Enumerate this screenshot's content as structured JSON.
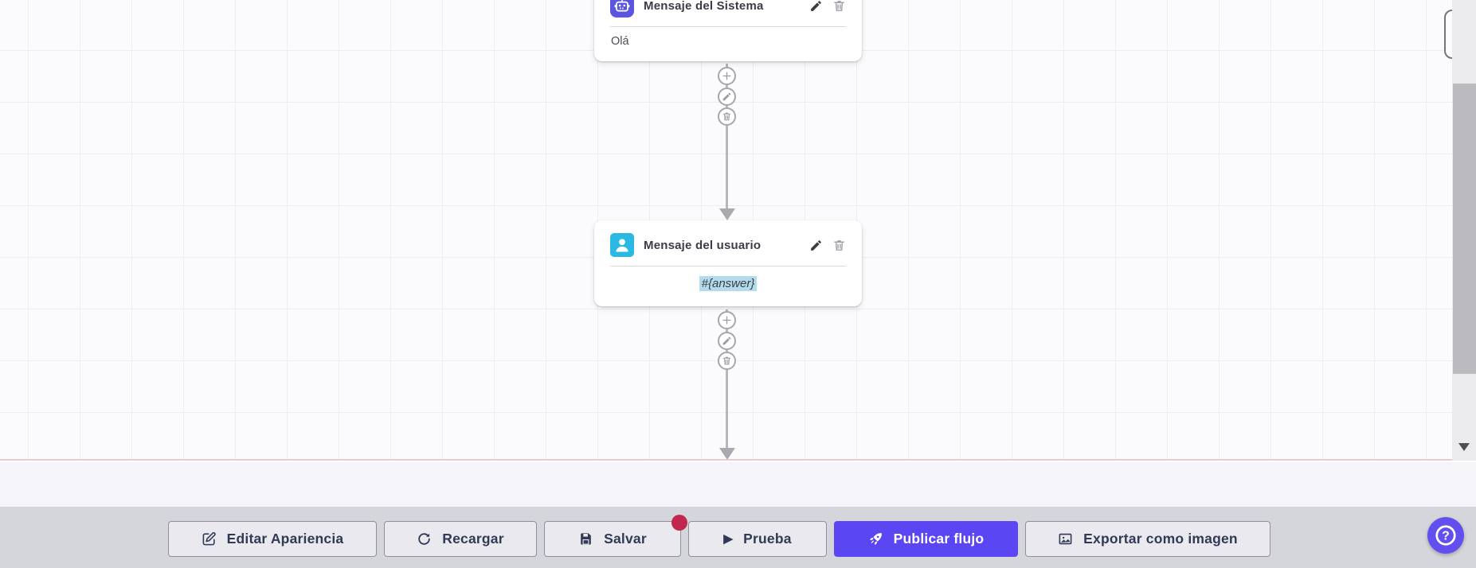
{
  "canvas": {
    "grid_color": "#ededf2",
    "bottom_edge_color": "#eecbcb",
    "nodes": [
      {
        "id": "system-message",
        "title": "Mensaje del Sistema",
        "body": "Olá",
        "icon": "robot-icon",
        "accent_color": "#5b55e0"
      },
      {
        "id": "user-message",
        "title": "Mensaje del usuario",
        "body": "#{answer}",
        "icon": "user-icon",
        "accent_color": "#2ab9e3",
        "body_highlight_color": "#b4dbeb"
      }
    ],
    "node_actions": [
      "edit",
      "delete"
    ],
    "connector_actions": [
      "add-step",
      "edit-connector",
      "delete-connector"
    ]
  },
  "toolbar": {
    "buttons": [
      {
        "id": "edit-appearance",
        "label": "Editar Apariencia",
        "icon": "edit-square-icon",
        "variant": "secondary"
      },
      {
        "id": "reload",
        "label": "Recargar",
        "icon": "refresh-icon",
        "variant": "secondary"
      },
      {
        "id": "save",
        "label": "Salvar",
        "icon": "save-icon",
        "variant": "secondary",
        "has_badge": true
      },
      {
        "id": "test",
        "label": "Prueba",
        "icon": "play-icon",
        "variant": "secondary"
      },
      {
        "id": "publish",
        "label": "Publicar flujo",
        "icon": "rocket-icon",
        "variant": "primary"
      },
      {
        "id": "export-image",
        "label": "Exportar como imagen",
        "icon": "image-icon",
        "variant": "secondary"
      }
    ],
    "primary_color": "#5a46f3",
    "badge_color": "#c2254e"
  },
  "help": {
    "icon": "question-icon",
    "color": "#6150ee"
  },
  "glyphs": {
    "play": "▶"
  }
}
